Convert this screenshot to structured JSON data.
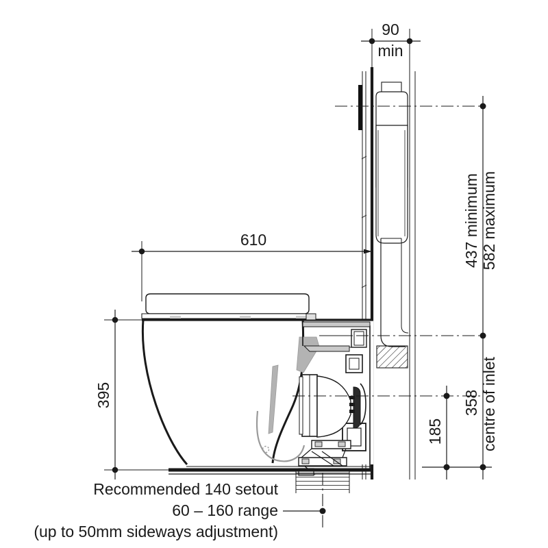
{
  "drawing": {
    "title": "Toilet suite side elevation with setout dimensions",
    "units": "mm",
    "line_color": "#1a1a1a",
    "fill_color": "#ffffff",
    "shade_color": "#b3b3b3"
  },
  "dimensions": {
    "clearance_top": {
      "value": "90",
      "qualifier": "min",
      "orientation": "horizontal"
    },
    "pan_length": {
      "value": "610",
      "orientation": "horizontal"
    },
    "seat_height": {
      "value": "395",
      "orientation": "vertical"
    },
    "inlet_offset": {
      "value": "185",
      "orientation": "vertical"
    },
    "waste_height": {
      "value": "358",
      "orientation": "vertical"
    },
    "cistern_range_min": {
      "value": "437 minimum",
      "orientation": "vertical"
    },
    "cistern_range_max": {
      "value": "582 maximum",
      "orientation": "vertical"
    },
    "centre_of_inlet_label": {
      "value": "centre of inlet",
      "orientation": "vertical"
    }
  },
  "notes": {
    "line1": "Recommended 140 setout",
    "line2": "60 – 160 range",
    "line3": "(up to 50mm sideways adjustment)"
  }
}
